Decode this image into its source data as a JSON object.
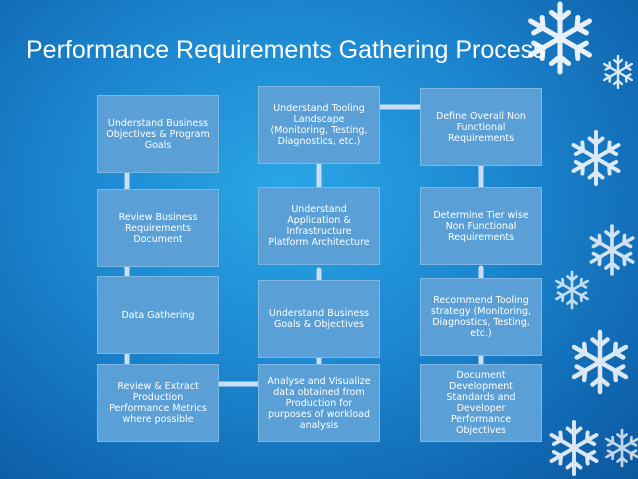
{
  "title": "Performance Requirements Gathering Process",
  "columns": [
    {
      "steps": [
        "Understand Business Objectives & Program Goals",
        "Review Business Requirements Document",
        "Data Gathering",
        "Review & Extract Production Performance Metrics where possible"
      ]
    },
    {
      "steps": [
        "Understand Tooling Landscape (Monitoring, Testing, Diagnostics, etc.)",
        "Understand Application & Infrastructure Platform Architecture",
        "Understand Business Goals & Objectives",
        "Analyse and Visualize data obtained from Production for purposes of workload analysis"
      ]
    },
    {
      "steps": [
        "Define Overall Non Functional Requirements",
        "Determine Tier wise Non Functional Requirements",
        "Recommend Tooling strategy (Monitoring, Diagnostics, Testing, etc.)",
        "Document Development Standards and Developer Performance Objectives"
      ]
    }
  ],
  "colors": {
    "box_fill": "#5a9fd6",
    "box_border": "#7fb7e3",
    "connector": "#c9def2",
    "text": "#ffffff"
  },
  "decorations": [
    "snowflake-icon"
  ]
}
